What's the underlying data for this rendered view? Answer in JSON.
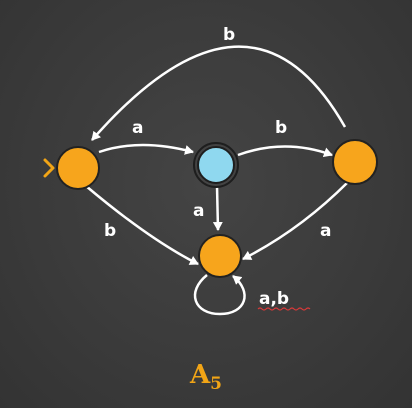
{
  "automaton": {
    "edge_labels": {
      "top_loop": "b",
      "q0_to_q1": "a",
      "q1_to_q2": "b",
      "q0_to_q3": "b",
      "q1_to_q3": "a",
      "q2_to_q3": "a",
      "q3_self": "a,b"
    },
    "caption": {
      "letter": "A",
      "subscript": "5"
    }
  },
  "colors": {
    "state_fill": "#f7a51c",
    "accept_fill": "#8fd8ef",
    "start_arrow": "#f2a516",
    "chalk": "#ffffff",
    "outline": "#222222"
  }
}
